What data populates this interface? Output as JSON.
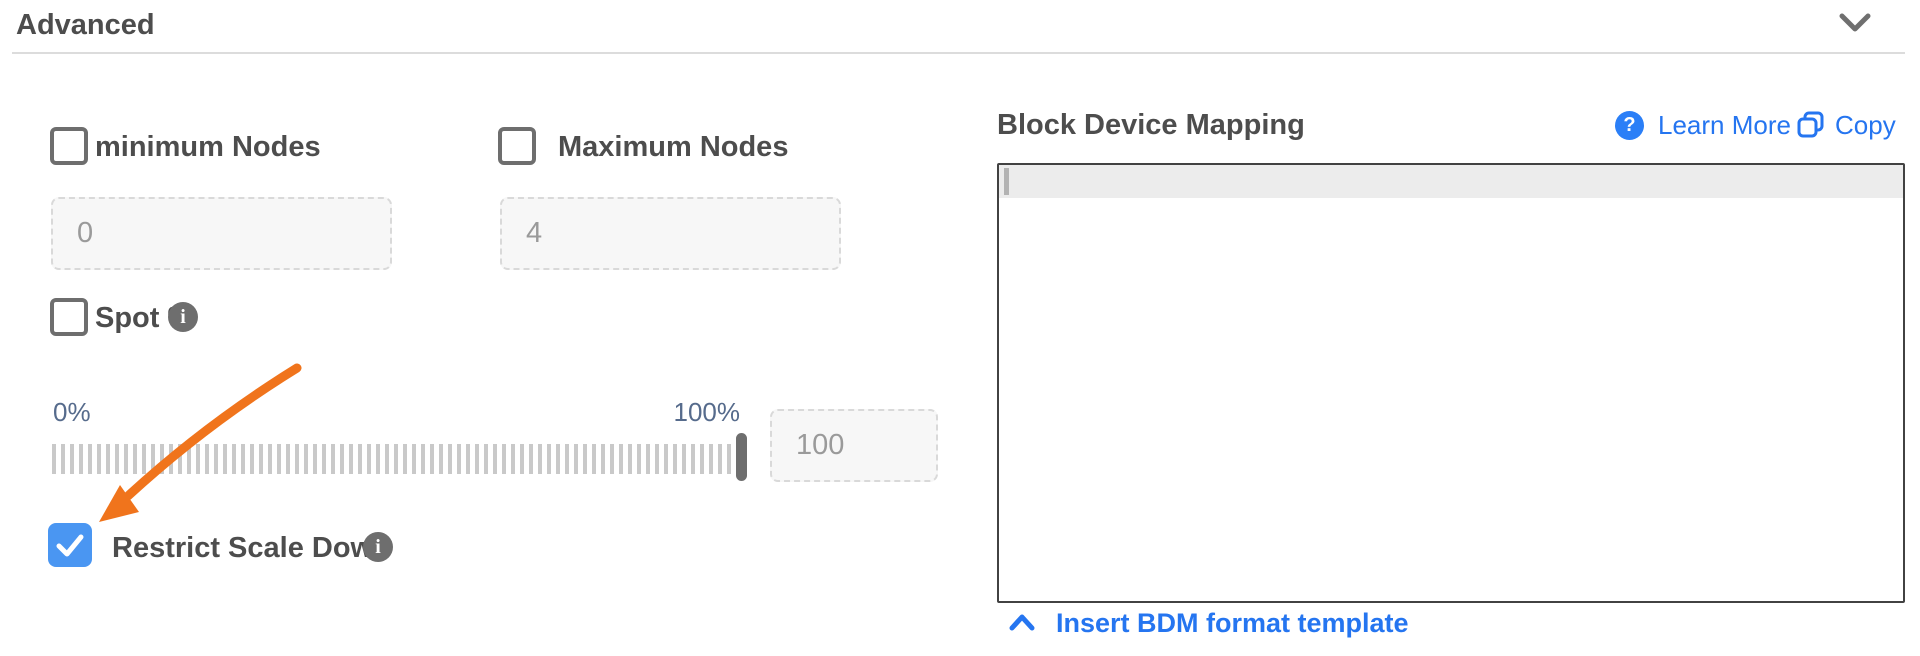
{
  "header": {
    "title": "Advanced",
    "collapse_icon": "chevron-down"
  },
  "left_panel": {
    "min_nodes": {
      "label": "minimum Nodes",
      "checked": false,
      "value": "0"
    },
    "max_nodes": {
      "label": "Maximum Nodes",
      "checked": false,
      "value": "4"
    },
    "spot": {
      "label": "Spot %",
      "checked": false,
      "has_info_icon": true
    },
    "slider": {
      "min_label": "0%",
      "max_label": "100%",
      "value": "100",
      "position_pct": 100
    },
    "restrict_scale_down": {
      "label": "Restrict Scale Down",
      "checked": true,
      "has_info_icon": true
    },
    "annotation": {
      "type": "orange-arrow",
      "points_to": "restrict-scale-down-checkbox"
    }
  },
  "right_panel": {
    "title": "Block Device Mapping",
    "learn_more_label": "Learn More",
    "copy_label": "Copy",
    "editor_value": "",
    "insert_template_label": "Insert BDM format template"
  },
  "colors": {
    "label_text": "#4d4d4d",
    "link_blue": "#2575f0",
    "checkbox_checked_blue": "#4a96f2",
    "annotation_orange": "#f0741c",
    "slider_tick_gray": "#c9c9c9",
    "handle_gray": "#6e6e6e",
    "pct_label_slate": "#566b8c",
    "input_bg": "#f7f7f7",
    "editor_border": "#424242",
    "active_line": "#ececec"
  }
}
